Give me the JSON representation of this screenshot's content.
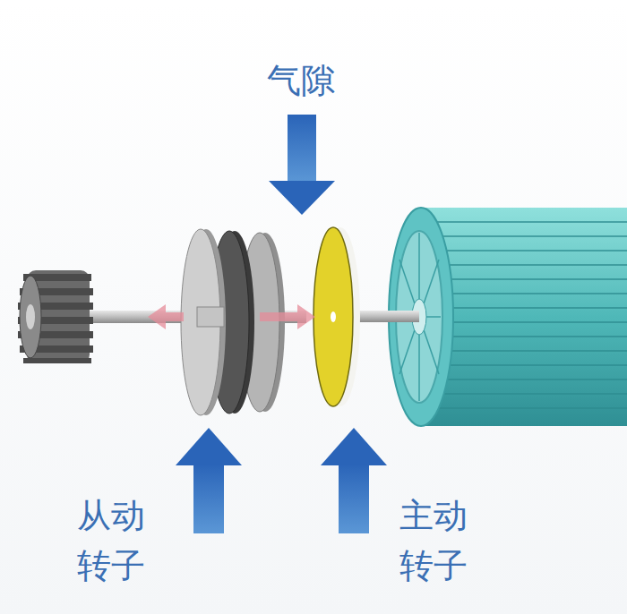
{
  "diagram": {
    "labels": [
      "气隙",
      "从动 转子",
      "主动 转子"
    ]
  }
}
